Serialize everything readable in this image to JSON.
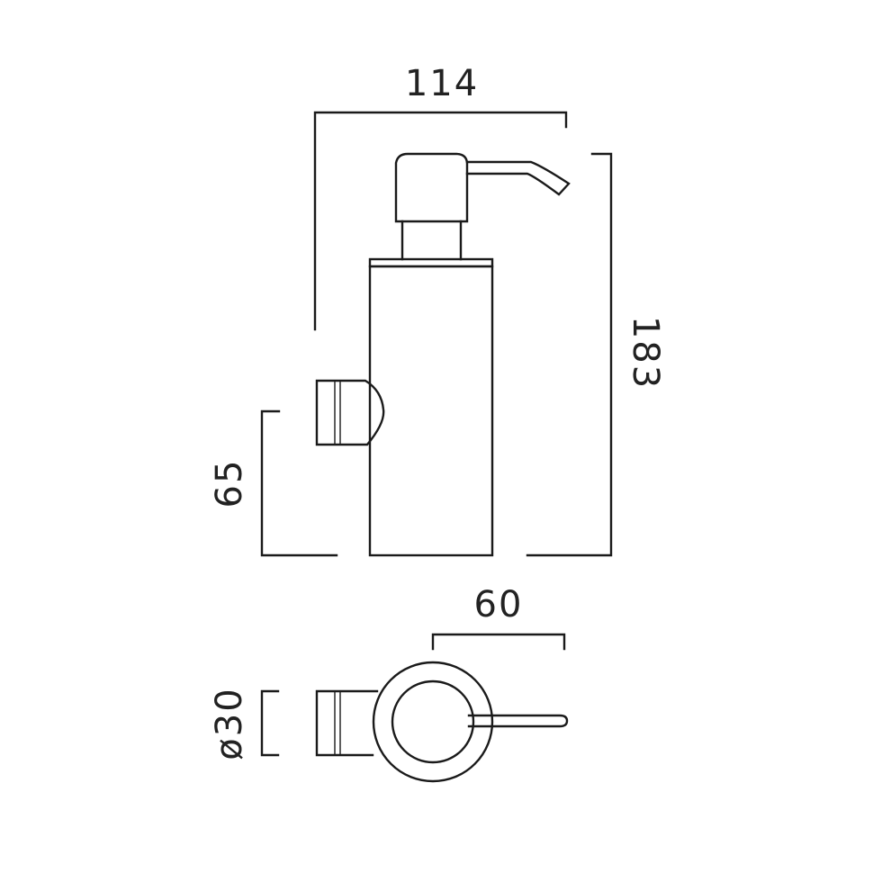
{
  "drawing": {
    "subject": "wall-mounted soap dispenser",
    "line_color": "#1a1a1a",
    "background": "#ffffff"
  },
  "dimensions": {
    "overall_width": "114",
    "overall_height": "183",
    "mount_height": "65",
    "projection": "60",
    "diameter": "ø30"
  }
}
